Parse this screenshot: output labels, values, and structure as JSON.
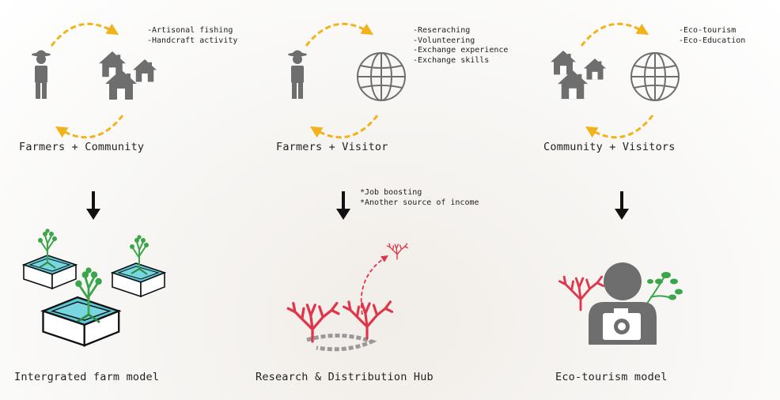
{
  "columns": [
    {
      "label": "Farmers + Community",
      "notes": [
        "-Artisonal fishing",
        "-Handcraft activity"
      ],
      "left_icon": "farmer-icon",
      "right_icon": "houses-icon",
      "outcome_notes": [],
      "result_label": "Intergrated farm model",
      "result_icon": "integrated-farm-illustration"
    },
    {
      "label": "Farmers + Visitor",
      "notes": [
        "-Reseraching",
        "-Volunteering",
        "-Exchange experience",
        "-Exchange skills"
      ],
      "left_icon": "farmer-icon",
      "right_icon": "globe-icon",
      "outcome_notes": [
        "*Job boosting",
        "*Another source of income"
      ],
      "result_label": "Research & Distribution Hub",
      "result_icon": "coral-hub-illustration"
    },
    {
      "label": "Community + Visitors",
      "notes": [
        "-Eco-tourism",
        "-Eco-Education"
      ],
      "left_icon": "houses-icon",
      "right_icon": "globe-icon",
      "outcome_notes": [],
      "result_label": "Eco-tourism model",
      "result_icon": "photographer-illustration"
    }
  ],
  "colors": {
    "icon_gray": "#6e6e6e",
    "cycle_arrow": "#f2b31a",
    "coral_red": "#e0354a",
    "mangrove_green": "#3aa54a",
    "water_blue": "#5cc8d6"
  }
}
